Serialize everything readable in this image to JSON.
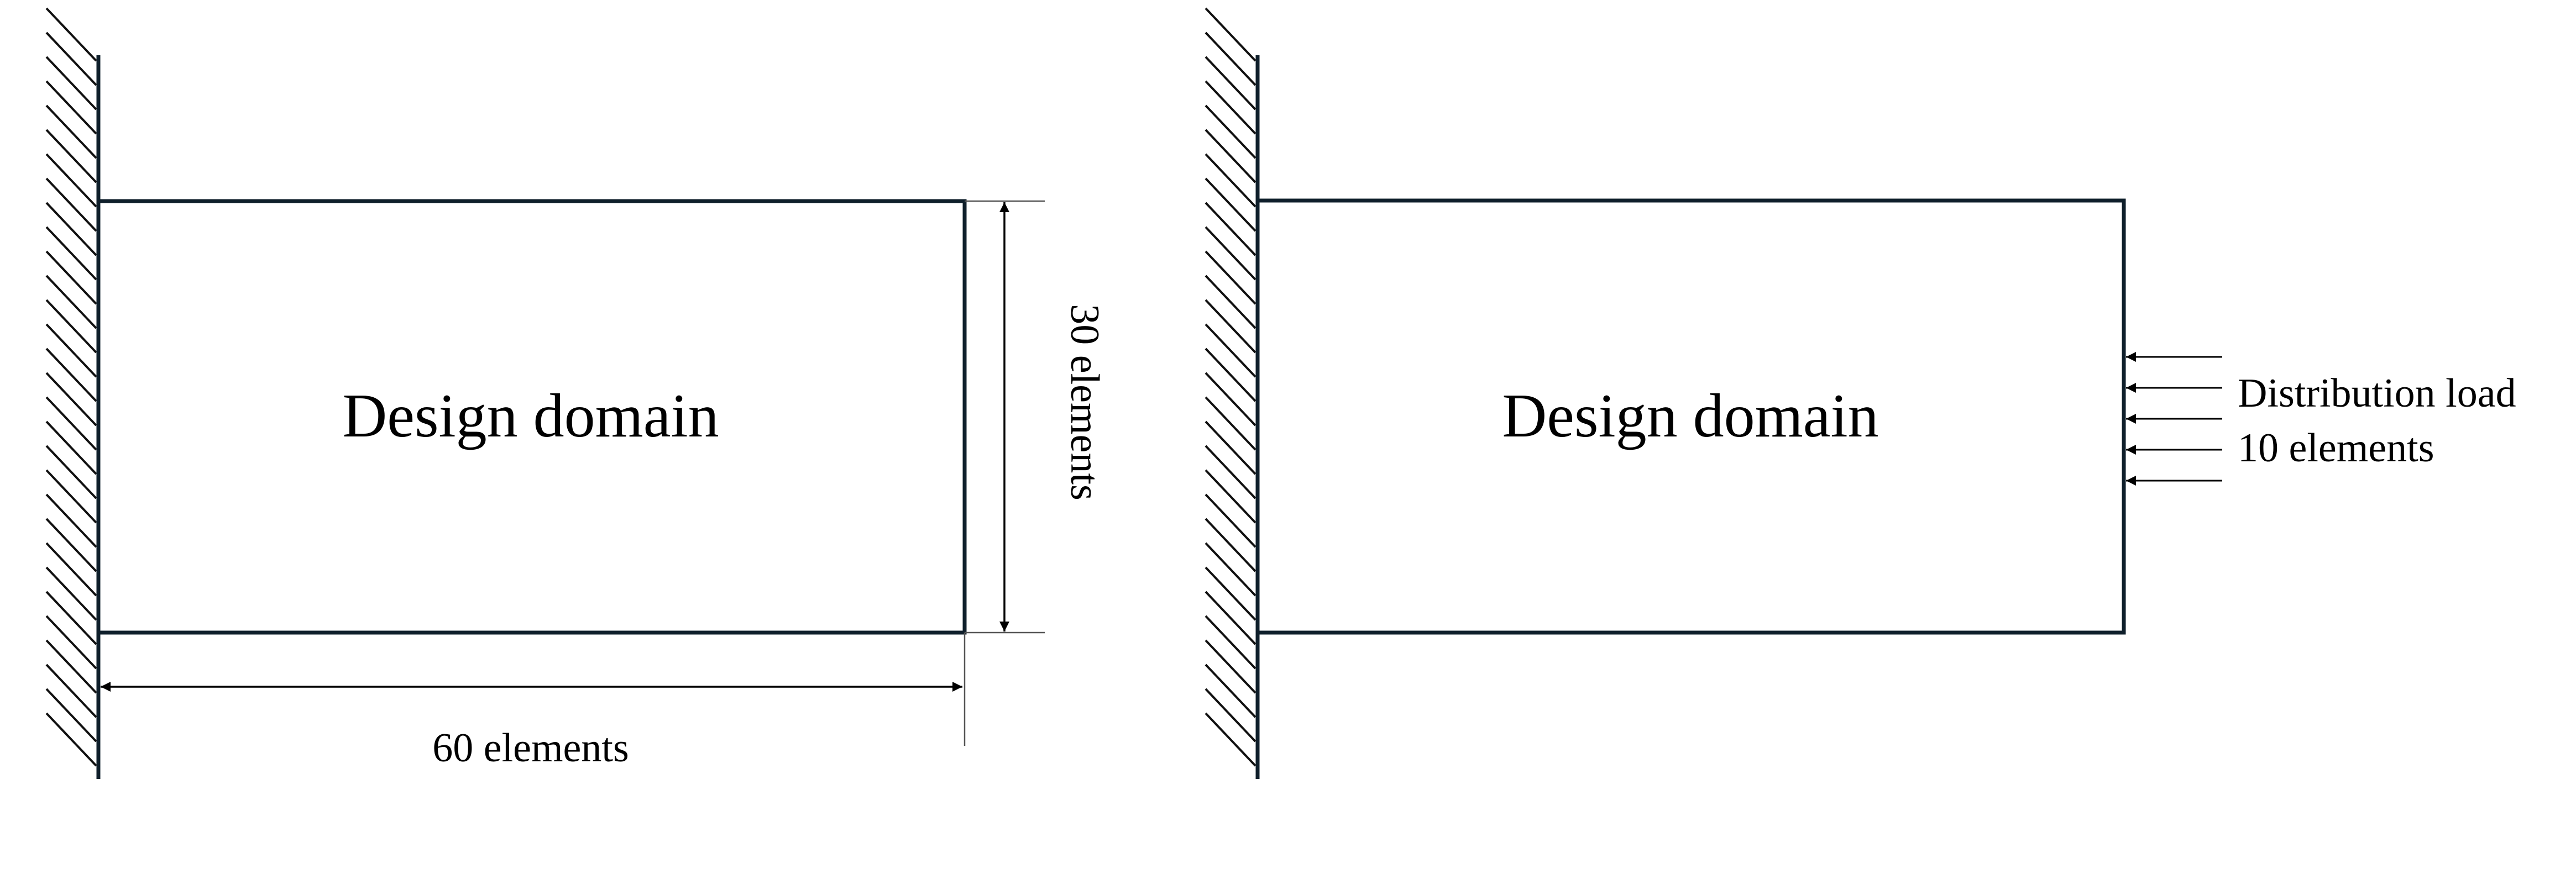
{
  "colors": {
    "domain_outline": "#0f1f2b",
    "ink": "#000000",
    "dimension_line": "#555555"
  },
  "left_diagram": {
    "domain_label": "Design domain",
    "width_label": "60 elements",
    "height_label": "30 elements",
    "support": "fixed-wall-hatch-icon"
  },
  "right_diagram": {
    "domain_label": "Design domain",
    "load_label_line1": "Distribution load",
    "load_label_line2": "10 elements",
    "support": "fixed-wall-hatch-icon",
    "load_arrow_count": 5
  }
}
